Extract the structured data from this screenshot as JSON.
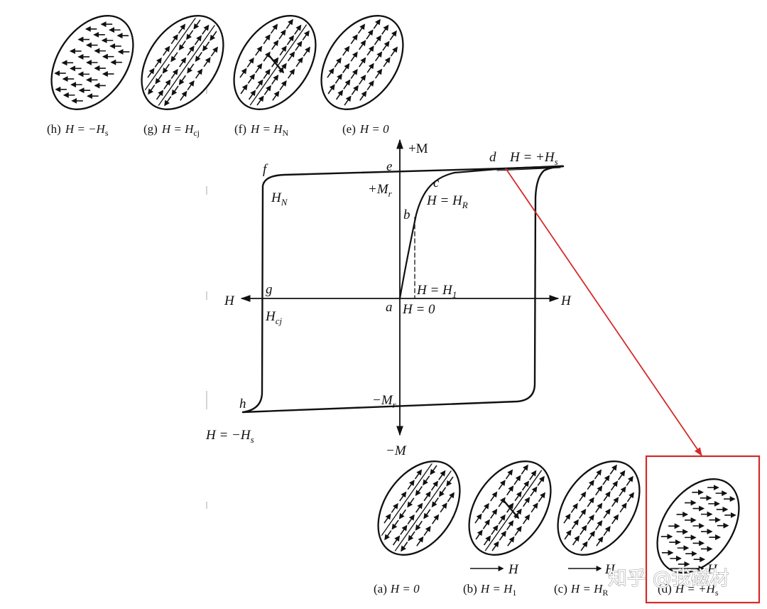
{
  "top_row": [
    {
      "letter": "(h)",
      "eq": "H = −H",
      "sub": "s",
      "pattern": "left"
    },
    {
      "letter": "(g)",
      "eq": "H = H",
      "sub": "cj",
      "pattern": "domains"
    },
    {
      "letter": "(f)",
      "eq": "H = H",
      "sub": "N",
      "pattern": "nucleation"
    },
    {
      "letter": "(e)",
      "eq": "H = 0",
      "sub": "",
      "pattern": "up"
    }
  ],
  "bottom_row": [
    {
      "letter": "(a)",
      "eq": "H = 0",
      "sub": "",
      "pattern": "domains",
      "field_label": ""
    },
    {
      "letter": "(b)",
      "eq": "H = H",
      "sub": "1",
      "pattern": "nucleation",
      "field_label": "H"
    },
    {
      "letter": "(c)",
      "eq": "H = H",
      "sub": "R",
      "pattern": "up",
      "field_label": "H"
    },
    {
      "letter": "(d)",
      "eq": "H = +H",
      "sub": "s",
      "pattern": "right",
      "field_label": "H"
    }
  ],
  "axes": {
    "pos_m": "+M",
    "neg_m": "−M",
    "pos_h": "H",
    "neg_h": "H"
  },
  "points": {
    "a": "a",
    "b": "b",
    "c": "c",
    "d": "d",
    "e": "e",
    "f": "f",
    "g": "g",
    "h": "h"
  },
  "annotations": {
    "hs_pos": {
      "main": "H = +H",
      "sub": "s"
    },
    "hs_neg": {
      "main": "H = −H",
      "sub": "s"
    },
    "mr_pos": {
      "main": "+M",
      "sub": "r"
    },
    "mr_neg": {
      "main": "−M",
      "sub": "r"
    },
    "hn": {
      "main": "H",
      "sub": "N"
    },
    "hcj": {
      "main": "H",
      "sub": "cj"
    },
    "hr": {
      "main": "H = H",
      "sub": "R"
    },
    "h1": {
      "main": "H = H",
      "sub": "1"
    },
    "h0": {
      "main": "H = 0",
      "sub": ""
    }
  },
  "watermark": "知乎 @我磁材",
  "colors": {
    "line": "#111111",
    "highlight": "#d42a2a"
  }
}
